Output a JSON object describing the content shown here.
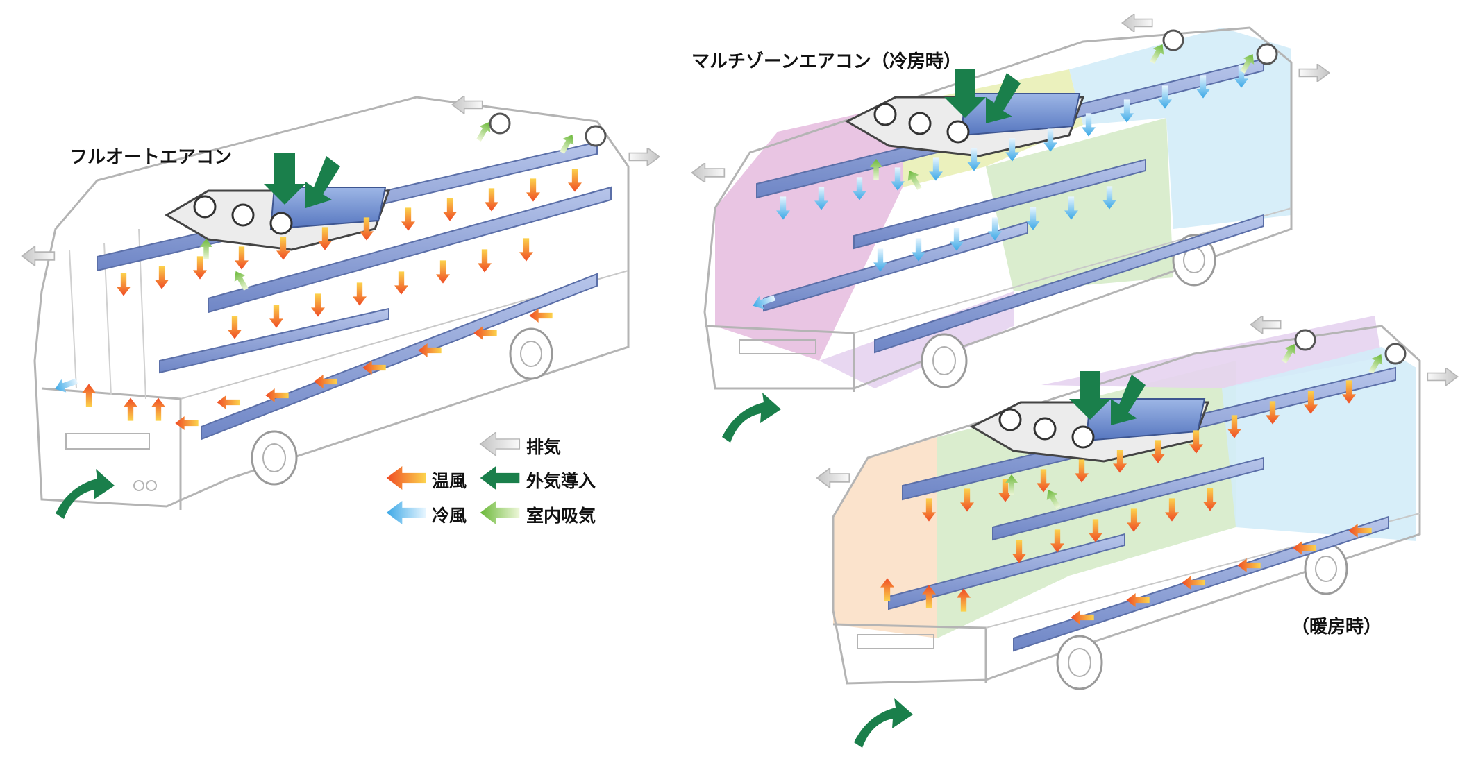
{
  "titles": {
    "full_auto": "フルオートエアコン",
    "multi_zone_cooling": "マルチゾーンエアコン（冷房時）",
    "heating": "（暖房時）"
  },
  "legend": {
    "exhaust": "排気",
    "warm_air": "温風",
    "outside_air": "外気導入",
    "cool_air": "冷風",
    "indoor_intake": "室内吸気"
  },
  "colors": {
    "warm_air": "#f05a28",
    "cool_air": "#4fb3e8",
    "outside_air": "#1a7f4b",
    "indoor_intake": "#7cc142",
    "exhaust": "#d4d4d4",
    "duct": "#8fa3d6",
    "zone_pink": "#e7bfe0",
    "zone_yellow": "#e9efb6",
    "zone_green": "#d6ebc9",
    "zone_blue": "#d3ecf8",
    "zone_orange": "#fbe0c6",
    "zone_purple": "#e5d3ef"
  },
  "icons": [
    "bus-outline-icon",
    "air-duct-icon",
    "rooftop-ac-unit-icon",
    "fan-icon",
    "arrow-icon"
  ]
}
